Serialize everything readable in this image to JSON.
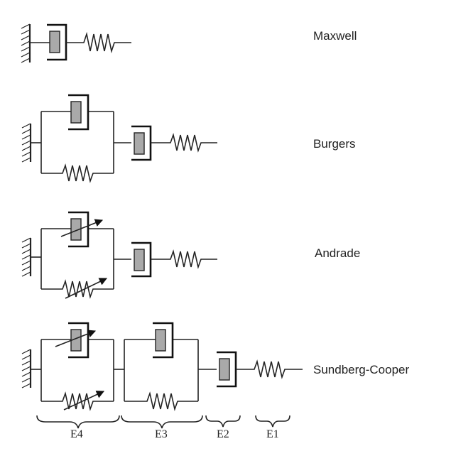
{
  "models": [
    {
      "label": "Maxwell"
    },
    {
      "label": "Burgers"
    },
    {
      "label": "Andrade"
    },
    {
      "label": "Sundberg-Cooper"
    }
  ],
  "elements": [
    {
      "label": "E4"
    },
    {
      "label": "E3"
    },
    {
      "label": "E2"
    },
    {
      "label": "E1"
    }
  ]
}
